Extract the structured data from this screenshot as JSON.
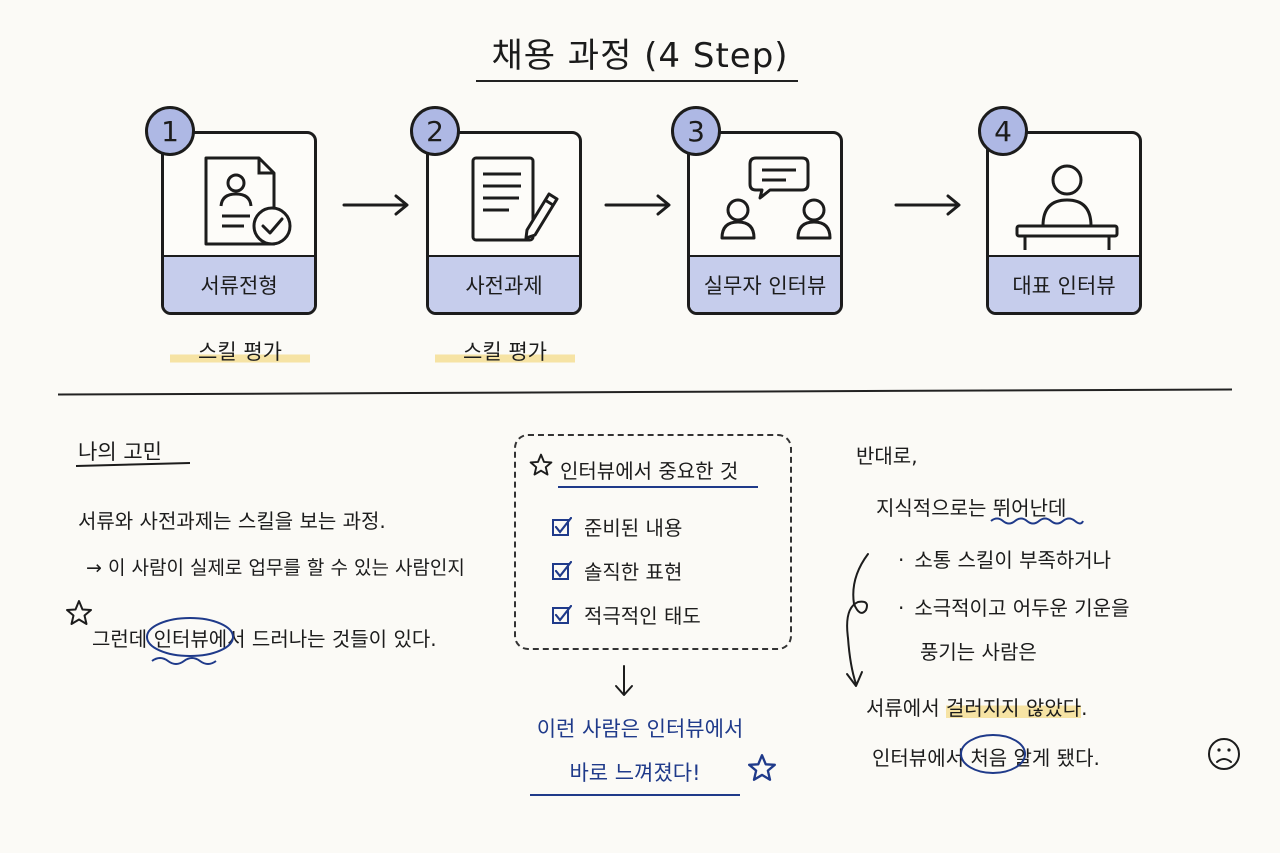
{
  "title": "채용 과정 (4 Step)",
  "steps": [
    {
      "number": "1",
      "label": "서류전형",
      "sub": "스킬 평가"
    },
    {
      "number": "2",
      "label": "사전과제",
      "sub": "스킬 평가"
    },
    {
      "number": "3",
      "label": "실무자 인터뷰"
    },
    {
      "number": "4",
      "label": "대표 인터뷰"
    }
  ],
  "worry": {
    "heading": "나의 고민",
    "line1": "서류와 사전과제는 스킬을 보는 과정.",
    "line2": "→ 이 사람이 실제로 업무를 할 수 있는 사람인지",
    "line3_pre": "그런데 ",
    "line3_circled": "인터뷰",
    "line3_post": "에서 드러나는 것들이 있다."
  },
  "important": {
    "heading": "인터뷰에서 중요한 것",
    "items": [
      "준비된 내용",
      "솔직한 표현",
      "적극적인 태도"
    ]
  },
  "conclusion": {
    "line1": "이런 사람은 인터뷰에서",
    "line2": "바로 느껴졌다!"
  },
  "opposite": {
    "heading": "반대로,",
    "line1_pre": "지식적으로는 ",
    "line1_wavy": "뛰어난데",
    "bullets": [
      "소통 스킬이 부족하거나",
      "소극적이고 어두운 기운을"
    ],
    "bullet_cont": "풍기는 사람은",
    "line3_pre": "서류에서 ",
    "line3_hl": "걸러지지 않았다",
    "line3_post": ".",
    "line4_pre": "인터뷰에서 ",
    "line4_circled": "처음",
    "line4_post": " 알게 됐다."
  },
  "colors": {
    "accent": "#c6cdec",
    "badge": "#aeb8e4",
    "highlight": "#f6e3a4",
    "ink_blue": "#1f3a8a"
  }
}
